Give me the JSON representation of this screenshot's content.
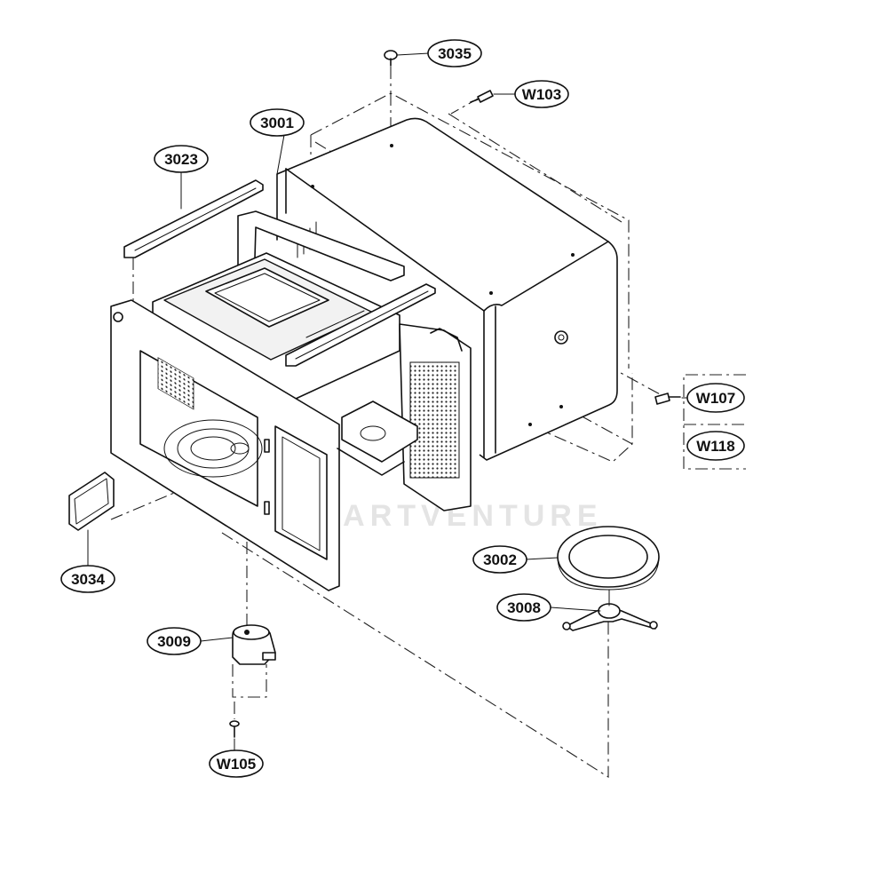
{
  "labels": {
    "p3035": "3035",
    "pW103": "W103",
    "p3001": "3001",
    "p3023": "3023",
    "pW107": "W107",
    "pW118": "W118",
    "p3034": "3034",
    "p3002": "3002",
    "p3008": "3008",
    "p3009": "3009",
    "pW105": "W105"
  },
  "watermark": "PARTVENTURE"
}
